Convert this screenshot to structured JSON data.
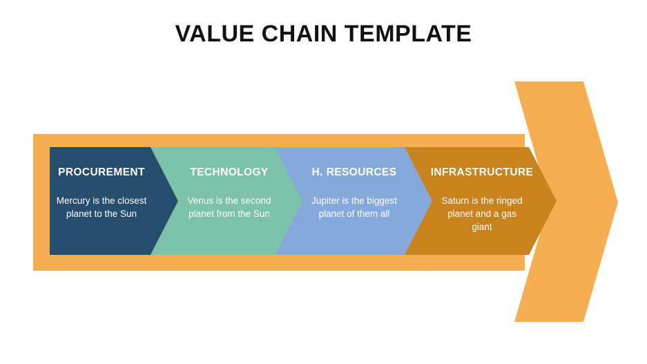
{
  "slide": {
    "title": "VALUE CHAIN TEMPLATE",
    "background_color": "#ffffff"
  },
  "arrow": {
    "name": "value-chain-arrow",
    "band_color": "#f5ae52",
    "arrowhead_color": "#f5ae52"
  },
  "stages": [
    {
      "label": "PROCUREMENT",
      "body": "Mercury is the closest planet to the Sun",
      "color": "#244e6b",
      "text_color": "#ffffff"
    },
    {
      "label": "TECHNOLOGY",
      "body": "Venus is the second planet from the Sun",
      "color": "#7cc2aa",
      "text_color": "#ffffff"
    },
    {
      "label": "H. RESOURCES",
      "body": "Jupiter is the biggest planet of them all",
      "color": "#86a9dc",
      "text_color": "#ffffff"
    },
    {
      "label": "INFRASTRUCTURE",
      "body": "Saturn is the ringed planet and a gas giant",
      "color": "#c8821e",
      "text_color": "#ffffff"
    }
  ]
}
